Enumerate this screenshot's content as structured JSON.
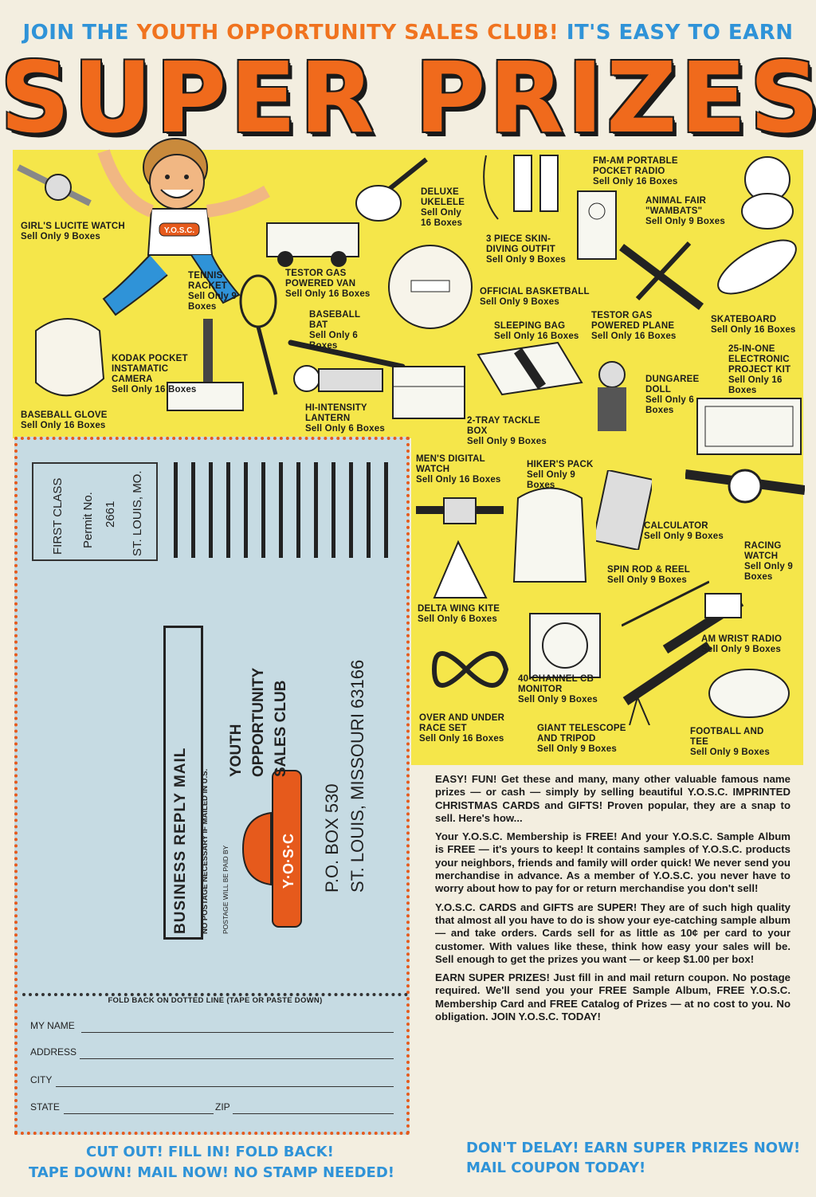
{
  "header": {
    "line_part1": "JOIN THE",
    "line_part2": "YOUTH OPPORTUNITY SALES CLUB!",
    "line_part3": "IT'S EASY TO EARN",
    "title": "SUPER PRIZES"
  },
  "mascot": {
    "shirt_text": "Y.O.S.C."
  },
  "colors": {
    "accent_orange": "#f06a1c",
    "accent_blue": "#2f93d8",
    "prize_yellow": "#f5e64a",
    "card_blue": "#c6dbe3"
  },
  "prizes": [
    {
      "name": "GIRL'S LUCITE WATCH",
      "sub": "Sell Only 9 Boxes",
      "icon": "watch-icon"
    },
    {
      "name": "TENNIS RACKET",
      "sub": "Sell Only 9 Boxes",
      "icon": "racket-icon"
    },
    {
      "name": "TESTOR GAS POWERED VAN",
      "sub": "Sell Only 16 Boxes",
      "icon": "van-icon"
    },
    {
      "name": "DELUXE UKELELE",
      "sub": "Sell Only 16 Boxes",
      "icon": "ukelele-icon"
    },
    {
      "name": "3 PIECE SKIN-DIVING OUTFIT",
      "sub": "Sell Only 9 Boxes",
      "icon": "flippers-icon"
    },
    {
      "name": "FM-AM PORTABLE POCKET RADIO",
      "sub": "Sell Only 16 Boxes",
      "icon": "radio-icon"
    },
    {
      "name": "ANIMAL FAIR \"WAMBATS\"",
      "sub": "Sell Only 9 Boxes",
      "icon": "plush-icon"
    },
    {
      "name": "OFFICIAL BASKETBALL",
      "sub": "Sell Only 9 Boxes",
      "icon": "basketball-icon"
    },
    {
      "name": "TESTOR GAS POWERED PLANE",
      "sub": "Sell Only 16 Boxes",
      "icon": "plane-icon"
    },
    {
      "name": "SKATEBOARD",
      "sub": "Sell Only 16 Boxes",
      "icon": "skateboard-icon"
    },
    {
      "name": "BASEBALL BAT",
      "sub": "Sell Only 6 Boxes",
      "icon": "bat-icon"
    },
    {
      "name": "SLEEPING BAG",
      "sub": "Sell Only 16 Boxes",
      "icon": "sleeping-bag-icon"
    },
    {
      "name": "KODAK POCKET INSTAMATIC CAMERA",
      "sub": "Sell Only 16 Boxes",
      "icon": "camera-icon"
    },
    {
      "name": "BASEBALL GLOVE",
      "sub": "Sell Only 16 Boxes",
      "icon": "glove-icon"
    },
    {
      "name": "HI-INTENSITY LANTERN",
      "sub": "Sell Only 6 Boxes",
      "icon": "lantern-icon"
    },
    {
      "name": "2-TRAY TACKLE BOX",
      "sub": "Sell Only 9 Boxes",
      "icon": "tackle-box-icon"
    },
    {
      "name": "DUNGAREE DOLL",
      "sub": "Sell Only 6 Boxes",
      "icon": "doll-icon"
    },
    {
      "name": "25-IN-ONE ELECTRONIC PROJECT KIT",
      "sub": "Sell Only 16 Boxes",
      "icon": "kit-icon"
    },
    {
      "name": "MEN'S DIGITAL WATCH",
      "sub": "Sell Only 16 Boxes",
      "icon": "digital-watch-icon"
    },
    {
      "name": "HIKER'S PACK",
      "sub": "Sell Only 9 Boxes",
      "icon": "backpack-icon"
    },
    {
      "name": "CALCULATOR",
      "sub": "Sell Only 9 Boxes",
      "icon": "calculator-icon"
    },
    {
      "name": "RACING WATCH",
      "sub": "Sell Only 9 Boxes",
      "icon": "racing-watch-icon"
    },
    {
      "name": "SPIN ROD & REEL",
      "sub": "Sell Only 9 Boxes",
      "icon": "rod-icon"
    },
    {
      "name": "DELTA WING KITE",
      "sub": "Sell Only 6 Boxes",
      "icon": "kite-icon"
    },
    {
      "name": "AM WRIST RADIO",
      "sub": "Sell Only 9 Boxes",
      "icon": "wrist-radio-icon"
    },
    {
      "name": "40-CHANNEL CB MONITOR",
      "sub": "Sell Only 9 Boxes",
      "icon": "cb-monitor-icon"
    },
    {
      "name": "OVER AND UNDER RACE SET",
      "sub": "Sell Only 16 Boxes",
      "icon": "race-set-icon"
    },
    {
      "name": "GIANT TELESCOPE AND TRIPOD",
      "sub": "Sell Only 9 Boxes",
      "icon": "telescope-icon"
    },
    {
      "name": "FOOTBALL AND TEE",
      "sub": "Sell Only 9 Boxes",
      "icon": "football-icon"
    }
  ],
  "card": {
    "permit_first_class": "FIRST CLASS",
    "permit_no": "Permit No.",
    "permit_number": "2661",
    "permit_city": "ST. LOUIS, MO.",
    "brm_title": "BUSINESS REPLY MAIL",
    "brm_note": "NO POSTAGE NECESSARY IF MAILED IN U.S.",
    "postage_note": "POSTAGE WILL BE PAID BY",
    "logo_text": "Y·O·S·C",
    "club_line1": "YOUTH",
    "club_line2": "OPPORTUNITY",
    "club_line3": "SALES CLUB",
    "po_box": "P.O. BOX 530",
    "city_zip": "ST. LOUIS, MISSOURI 63166",
    "fold_instruction": "FOLD BACK ON DOTTED LINE (TAPE OR PASTE DOWN)",
    "field_name": "MY NAME",
    "field_address": "ADDRESS",
    "field_city": "CITY",
    "field_state": "STATE",
    "field_zip": "ZIP"
  },
  "cta_left": {
    "line1": "CUT OUT!   FILL IN!   FOLD BACK!",
    "line2": "TAPE DOWN!   MAIL NOW!   NO STAMP NEEDED!"
  },
  "copy": {
    "p1": "EASY! FUN! Get these and many, many other valuable famous name prizes — or cash — simply by selling beautiful Y.O.S.C. IMPRINTED CHRISTMAS CARDS and GIFTS! Proven popular, they are a snap to sell. Here's how...",
    "p2": "Your Y.O.S.C. Membership is FREE! And your Y.O.S.C. Sample Album is FREE — it's yours to keep! It contains samples of Y.O.S.C. products your neighbors, friends and family will order quick! We never send you merchandise in advance. As a member of Y.O.S.C. you never have to worry about how to pay for or return merchandise you don't sell!",
    "p3": "Y.O.S.C. CARDS and GIFTS are SUPER! They are of such high quality that almost all you have to do is show your eye-catching sample album — and take orders. Cards sell for as little as 10¢ per card to your customer. With values like these, think how easy your sales will be. Sell enough to get the prizes you want — or keep $1.00 per box!",
    "p4": "EARN SUPER PRIZES! Just fill in and mail return coupon. No postage required. We'll send you your FREE Sample Album, FREE Y.O.S.C. Membership Card and FREE Catalog of Prizes — at no cost to you. No obligation. JOIN Y.O.S.C. TODAY!"
  },
  "cta_right": {
    "line1": "DON'T DELAY! EARN SUPER PRIZES NOW!",
    "line2": "MAIL COUPON TODAY!"
  }
}
